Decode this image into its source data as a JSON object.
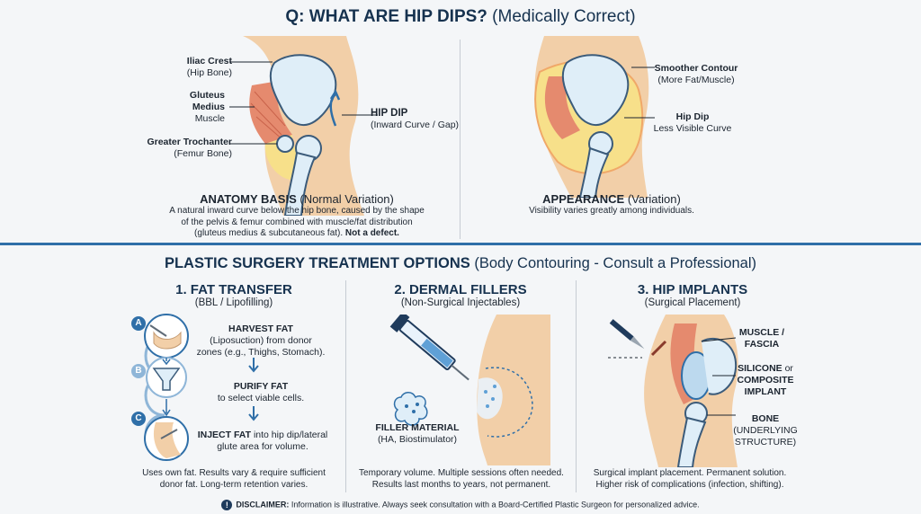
{
  "header": {
    "title_bold": "Q: WHAT ARE HIP DIPS?",
    "title_rest": "(Medically Correct)"
  },
  "anatomy": {
    "iliac_crest": "Iliac Crest",
    "iliac_crest_sub": "(Hip Bone)",
    "gluteus": "Gluteus",
    "medius": "Medius",
    "muscle": "Muscle",
    "greater_trochanter": "Greater Trochanter",
    "femur_bone": "(Femur Bone)",
    "hip_dip": "HIP DIP",
    "hip_dip_sub": "(Inward Curve / Gap)",
    "caption_title": "ANATOMY BASIS",
    "caption_title_sub": "(Normal Variation)",
    "caption_line1": "A natural inward curve below the hip bone, caused by the shape",
    "caption_line2": "of the pelvis & femur combined with muscle/fat distribution",
    "caption_line3": "(gluteus medius & subcutaneous fat).",
    "caption_bold": "Not a defect."
  },
  "appearance": {
    "smoother_contour": "Smoother Contour",
    "smoother_sub": "(More Fat/Muscle)",
    "hip_dip": "Hip Dip",
    "less_visible": "Less Visible Curve",
    "caption_title": "APPEARANCE",
    "caption_title_sub": "(Variation)",
    "caption_line1": "Visibility varies greatly among individuals."
  },
  "section": {
    "title_bold": "PLASTIC SURGERY TREATMENT OPTIONS",
    "title_rest": "(Body Contouring - Consult a Professional)"
  },
  "fat_transfer": {
    "title": "1. FAT TRANSFER",
    "subtitle": "(BBL / Lipofilling)",
    "step_a": "A",
    "step_b": "B",
    "step_c": "C",
    "harvest_title": "HARVEST FAT",
    "harvest_l1": "(Liposuction) from donor",
    "harvest_l2": "zones (e.g., Thighs, Stomach).",
    "purify_title": "PURIFY FAT",
    "purify_l1": "to select viable cells.",
    "inject_title": "INJECT FAT",
    "inject_l1": "into hip dip/lateral",
    "inject_l2": "glute area for volume.",
    "foot_l1": "Uses own fat. Results vary & require sufficient",
    "foot_l2": "donor fat. Long-term retention varies."
  },
  "fillers": {
    "title": "2. DERMAL FILLERS",
    "subtitle": "(Non-Surgical Injectables)",
    "material": "FILLER MATERIAL",
    "material_sub": "(HA, Biostimulator)",
    "foot_l1": "Temporary volume. Multiple sessions often needed.",
    "foot_l2": "Results last months to years, not permanent."
  },
  "implants": {
    "title": "3. HIP IMPLANTS",
    "subtitle": "(Surgical Placement)",
    "muscle": "MUSCLE /",
    "fascia": "FASCIA",
    "silicone": "SILICONE",
    "silicone_or": "or",
    "composite": "COMPOSITE",
    "implant": "IMPLANT",
    "bone": "BONE",
    "underlying": "(UNDERLYING",
    "structure": "STRUCTURE)",
    "foot_l1": "Surgical implant placement. Permanent solution.",
    "foot_l2": "Higher risk of complications (infection, shifting)."
  },
  "disclaimer": {
    "icon": "!",
    "label": "DISCLAIMER:",
    "text": "Information is illustrative. Always seek consultation with a Board-Certified Plastic Surgeon for personalized advice."
  },
  "colors": {
    "navy": "#16324f",
    "accent_blue": "#2f6fa8",
    "skin": "#f2cfa8",
    "fat": "#f7e08a",
    "muscle": "#e58a6e",
    "bone": "#dfeef8"
  }
}
